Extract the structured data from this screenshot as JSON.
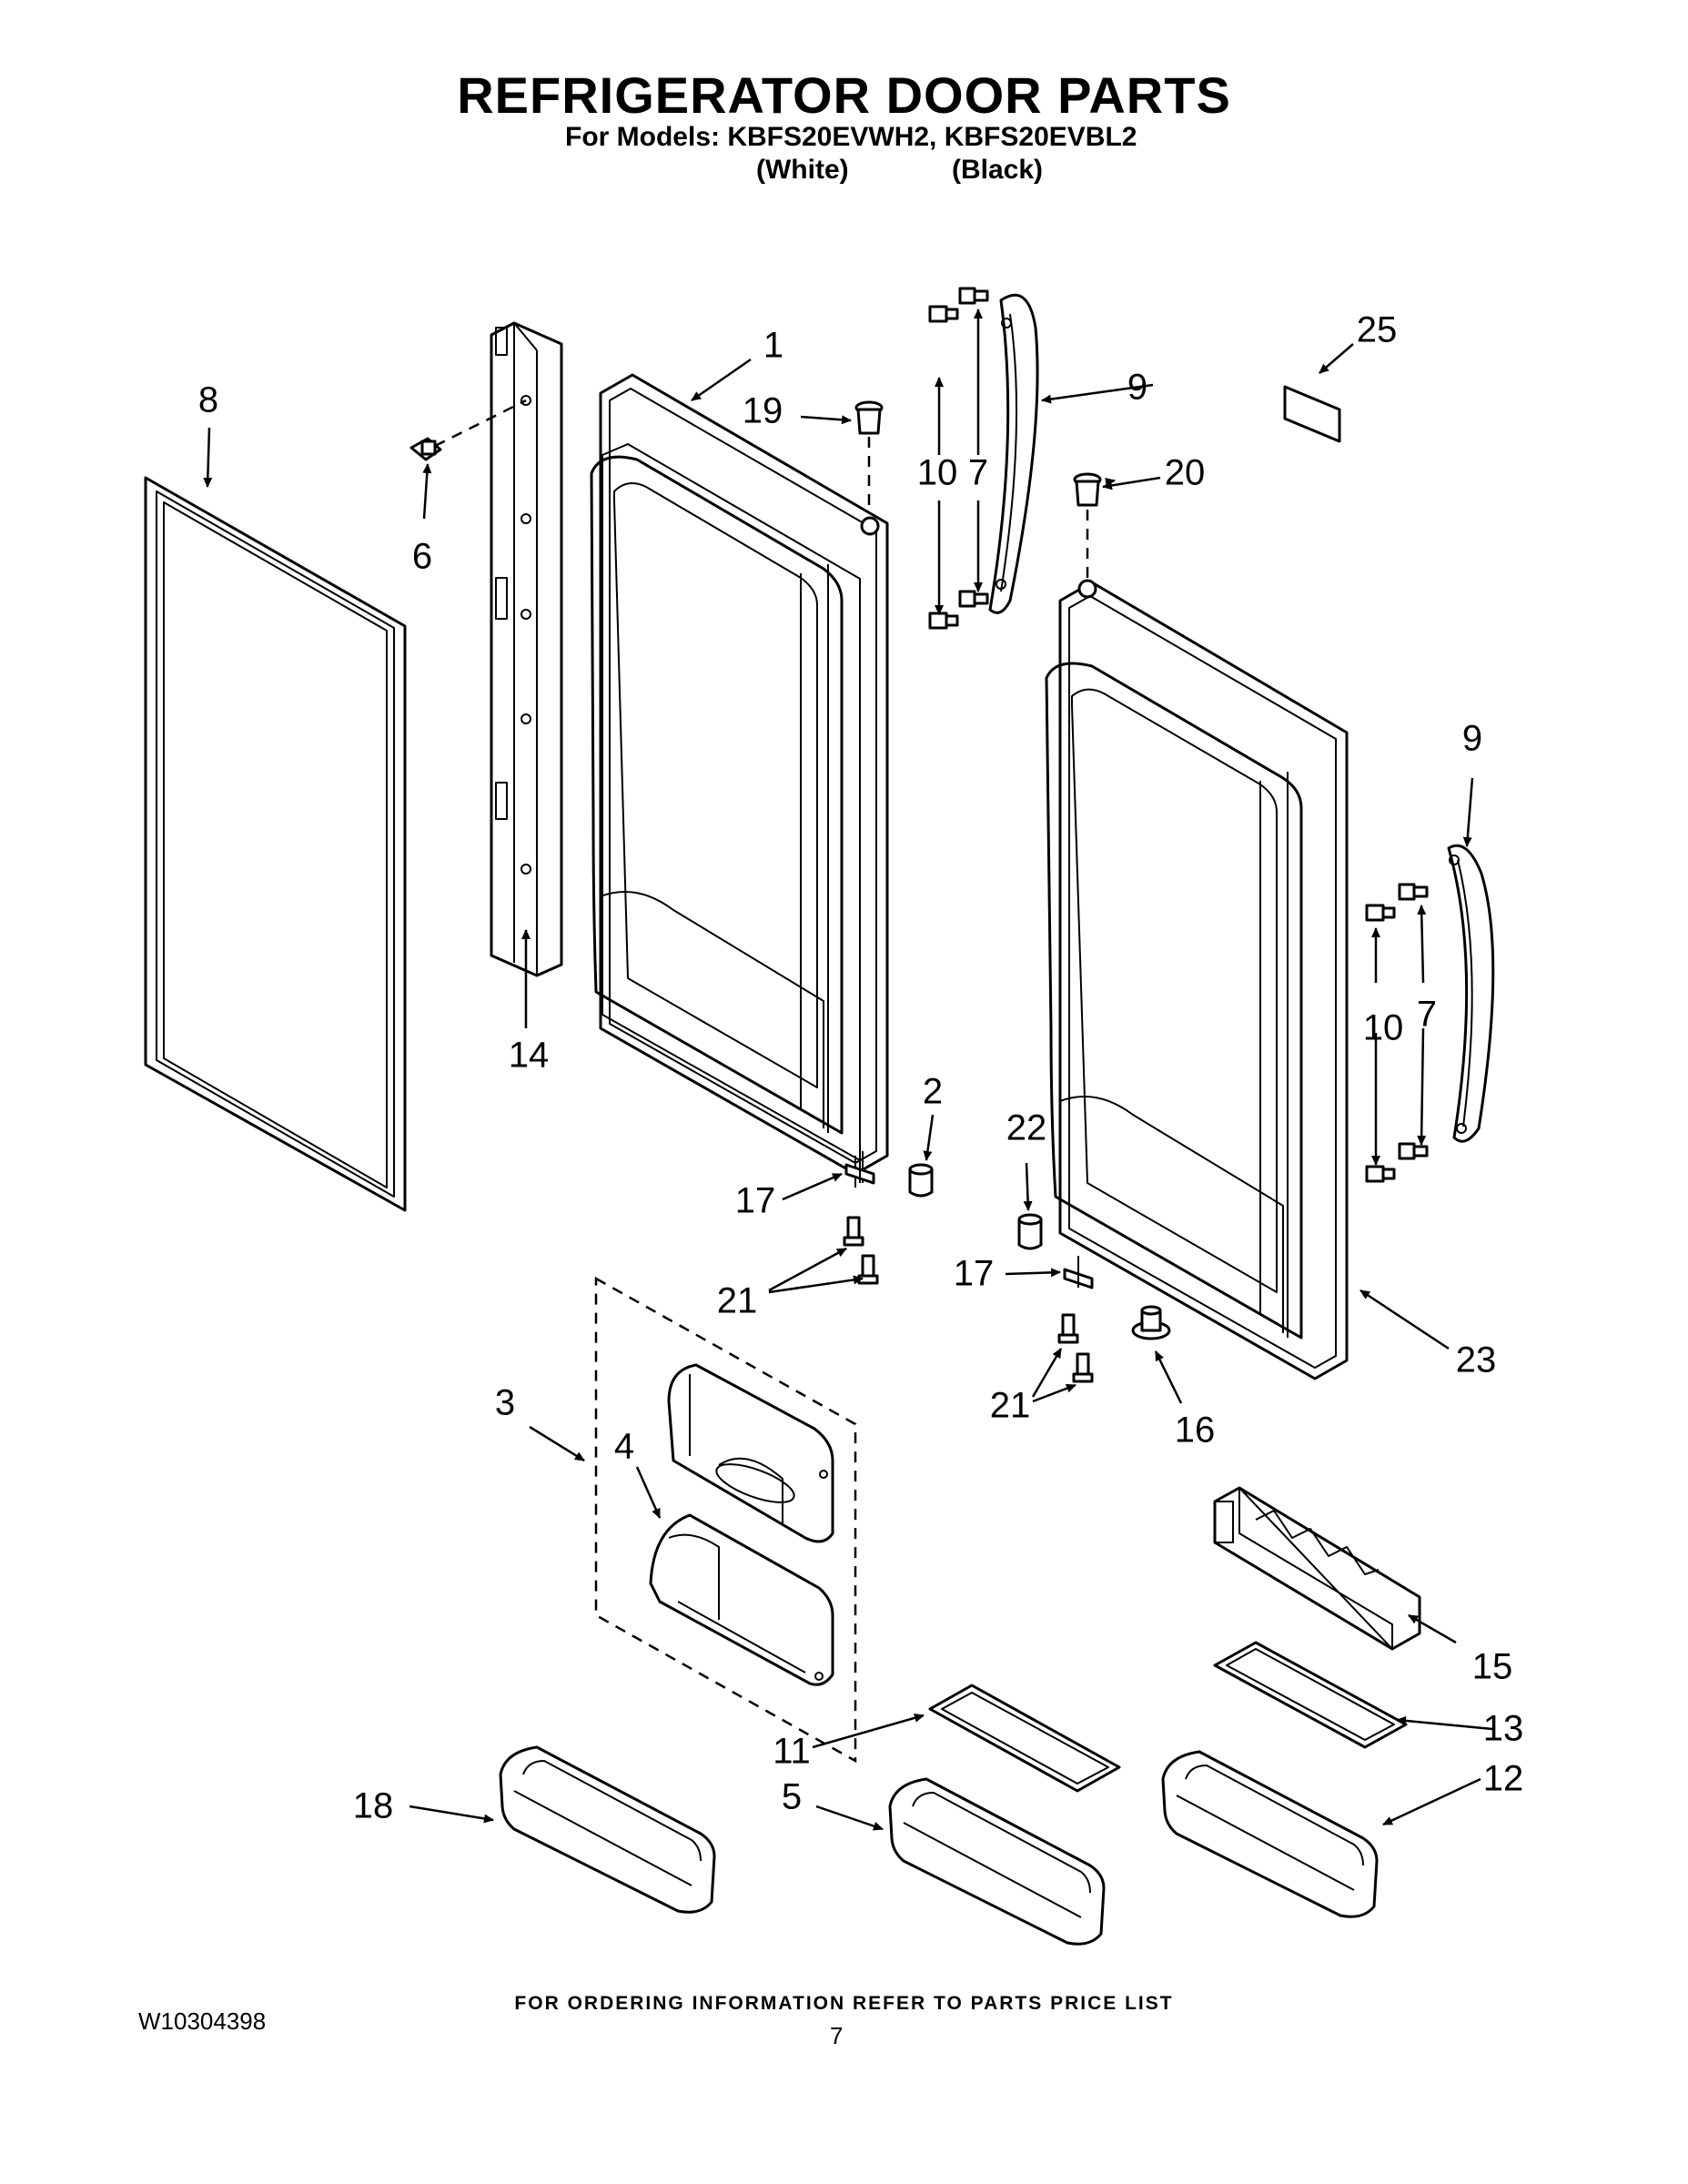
{
  "header": {
    "title": "REFRIGERATOR DOOR PARTS",
    "models_line": "For Models: KBFS20EVWH2, KBFS20EVBL2",
    "variant_white": "(White)",
    "variant_black": "(Black)"
  },
  "callouts": {
    "c1": "1",
    "c2": "2",
    "c3": "3",
    "c4": "4",
    "c5": "5",
    "c6": "6",
    "c7a": "7",
    "c7b": "7",
    "c8": "8",
    "c9a": "9",
    "c9b": "9",
    "c10a": "10",
    "c10b": "10",
    "c11": "11",
    "c12": "12",
    "c13": "13",
    "c14": "14",
    "c15": "15",
    "c16": "16",
    "c17a": "17",
    "c17b": "17",
    "c18": "18",
    "c19": "19",
    "c20": "20",
    "c21a": "21",
    "c21b": "21",
    "c22": "22",
    "c23": "23",
    "c25": "25"
  },
  "footer": {
    "ordering_note": "FOR ORDERING INFORMATION REFER TO PARTS PRICE LIST",
    "doc_number": "W10304398",
    "page_number": "7"
  }
}
